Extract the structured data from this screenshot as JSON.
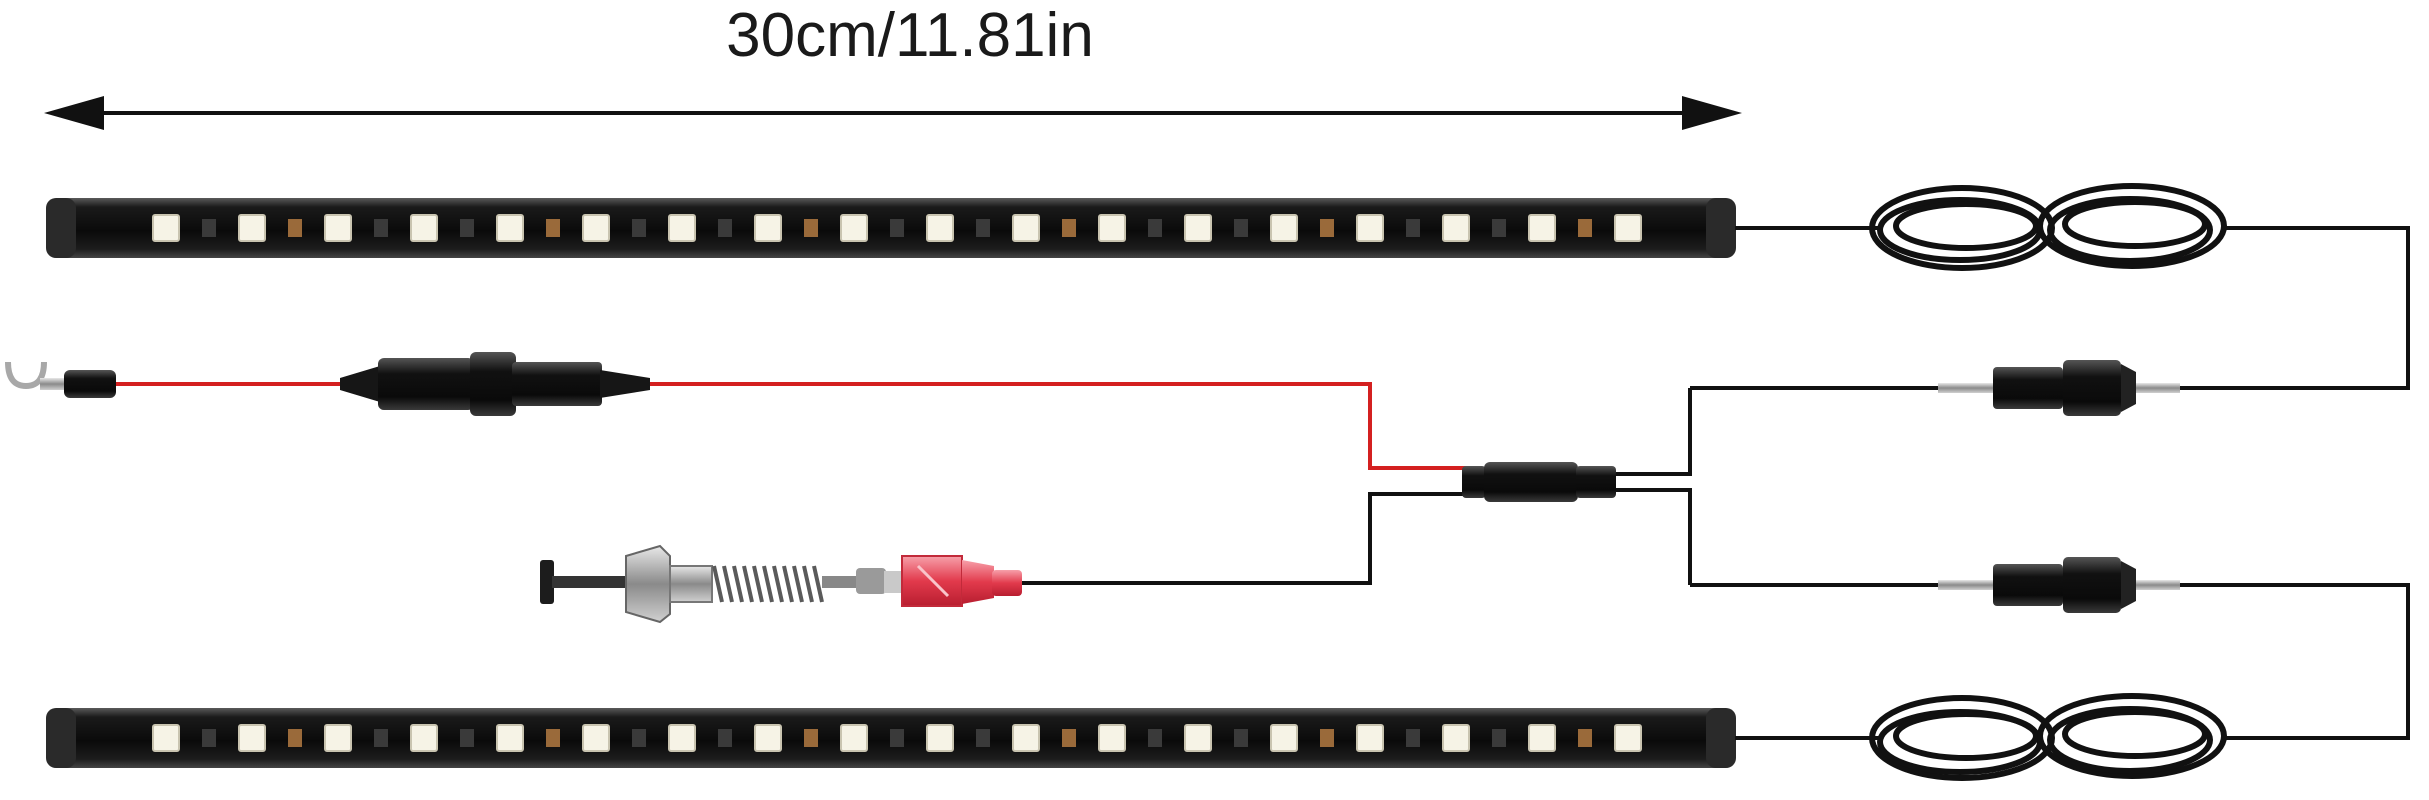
{
  "dimension": {
    "label": "30cm/11.81in"
  },
  "colors": {
    "background": "#ffffff",
    "strip_body": "#0d0d0d",
    "led_chip": "#f6f3e6",
    "resistor": "#9a6a3a",
    "positive_wire": "#d42020",
    "wire": "#111111",
    "terminal": "#e24a58"
  },
  "strips": {
    "count": 2,
    "leds_per_strip": 18
  },
  "components": [
    "fork-terminal-icon",
    "inline-fuse-holder-icon",
    "splice-connector-icon",
    "plunger-switch-icon",
    "female-spade-terminal-icon",
    "quick-connector-icon",
    "coiled-cable-icon"
  ]
}
